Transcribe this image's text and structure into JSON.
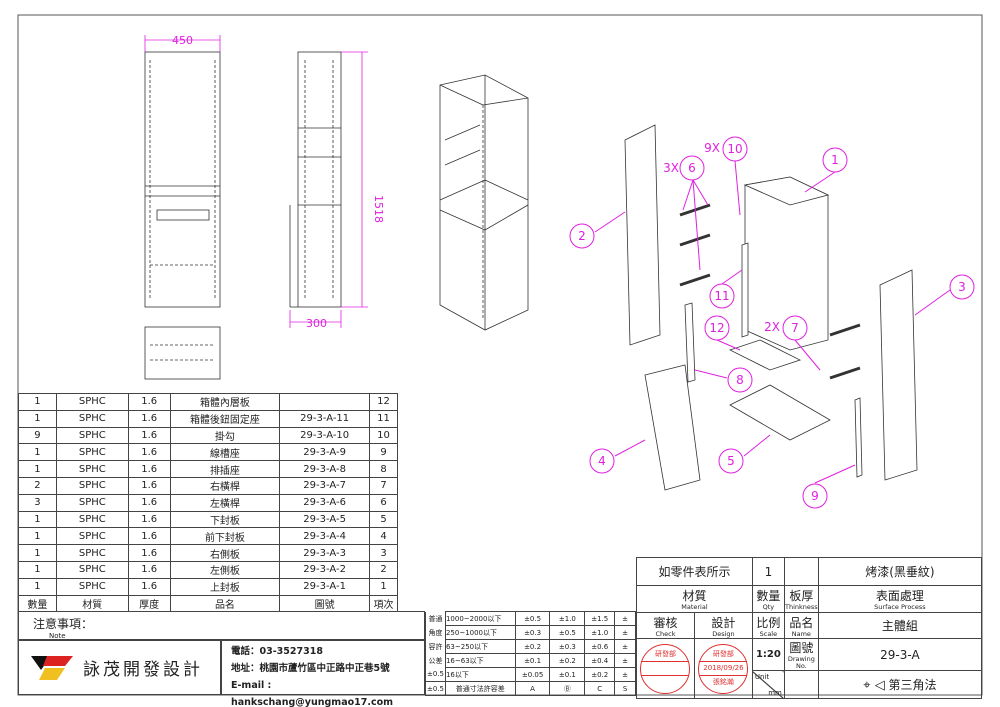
{
  "dimensions": {
    "width": "450",
    "height": "1518",
    "depth": "300"
  },
  "callouts": [
    {
      "n": "1"
    },
    {
      "n": "2"
    },
    {
      "n": "3"
    },
    {
      "n": "4"
    },
    {
      "n": "5"
    },
    {
      "n": "6"
    },
    {
      "n": "7"
    },
    {
      "n": "8"
    },
    {
      "n": "9"
    },
    {
      "n": "10"
    },
    {
      "n": "11"
    },
    {
      "n": "12"
    }
  ],
  "multipliers": {
    "m9": "9X",
    "m3": "3X",
    "m2": "2X"
  },
  "bom": {
    "rows": [
      [
        "1",
        "SPHC",
        "1.6",
        "箱體內層板",
        "",
        "12"
      ],
      [
        "1",
        "SPHC",
        "1.6",
        "箱體後鈕固定座",
        "29-3-A-11",
        "11"
      ],
      [
        "9",
        "SPHC",
        "1.6",
        "掛勾",
        "29-3-A-10",
        "10"
      ],
      [
        "1",
        "SPHC",
        "1.6",
        "線槽座",
        "29-3-A-9",
        "9"
      ],
      [
        "1",
        "SPHC",
        "1.6",
        "排插座",
        "29-3-A-8",
        "8"
      ],
      [
        "2",
        "SPHC",
        "1.6",
        "右橫桿",
        "29-3-A-7",
        "7"
      ],
      [
        "3",
        "SPHC",
        "1.6",
        "左橫桿",
        "29-3-A-6",
        "6"
      ],
      [
        "1",
        "SPHC",
        "1.6",
        "下封板",
        "29-3-A-5",
        "5"
      ],
      [
        "1",
        "SPHC",
        "1.6",
        "前下封板",
        "29-3-A-4",
        "4"
      ],
      [
        "1",
        "SPHC",
        "1.6",
        "右側板",
        "29-3-A-3",
        "3"
      ],
      [
        "1",
        "SPHC",
        "1.6",
        "左側板",
        "29-3-A-2",
        "2"
      ],
      [
        "1",
        "SPHC",
        "1.6",
        "上封板",
        "29-3-A-1",
        "1"
      ]
    ],
    "headers": [
      "數量",
      "材質",
      "厚度",
      "品名",
      "圖號",
      "項次"
    ]
  },
  "note": {
    "label": "注意事項：",
    "sub": "Note"
  },
  "company": {
    "name": "詠茂開發設計",
    "phone": "電話：03-3527318",
    "address": "地址：桃園市蘆竹區中正路中正巷5號",
    "email": "E-mail : hankschang@yungmao17.com"
  },
  "tolerance": {
    "side_labels": [
      "普通",
      "角度",
      "容許",
      "公差",
      "±0.5"
    ],
    "rows": [
      [
        "1000~2000以下",
        "±0.5",
        "±1.0",
        "±1.5",
        "±"
      ],
      [
        "250~1000以下",
        "±0.3",
        "±0.5",
        "±1.0",
        "±"
      ],
      [
        "63~250以下",
        "±0.2",
        "±0.3",
        "±0.6",
        "±"
      ],
      [
        "16~63以下",
        "±0.1",
        "±0.2",
        "±0.4",
        "±"
      ],
      [
        "16以下",
        "±0.05",
        "±0.1",
        "±0.2",
        "±"
      ]
    ],
    "footer": [
      "普通寸法許容差",
      "A",
      "Ⓑ",
      "C",
      "S"
    ]
  },
  "titleblock": {
    "material_value": "如零件表所示",
    "qty_value": "1",
    "surface_value": "烤漆(黑垂紋)",
    "material": "材質",
    "material_en": "Material",
    "qty": "數量",
    "qty_en": "Qty",
    "thickness": "板厚",
    "thickness_en": "Thinkness",
    "surface": "表面處理",
    "surface_en": "Surface Process",
    "check": "審核",
    "check_en": "Check",
    "design": "設計",
    "design_en": "Design",
    "scale": "比例",
    "scale_en": "Scale",
    "name": "品名",
    "name_en": "Name",
    "name_value": "主體組",
    "scale_value": "1:20",
    "drawing_no": "圖號",
    "drawing_no_en": "Drawing No.",
    "drawing_no_value": "29-3-A",
    "unit": "Unit",
    "unit_value": "mm",
    "projection": "第三角法",
    "stamp_check": {
      "dept": "研發部"
    },
    "stamp_design": {
      "dept": "研發部",
      "date": "2018/09/26",
      "person": "張銘瀚"
    }
  },
  "colors": {
    "callout": "#e020e0",
    "stamp": "#e03030"
  }
}
